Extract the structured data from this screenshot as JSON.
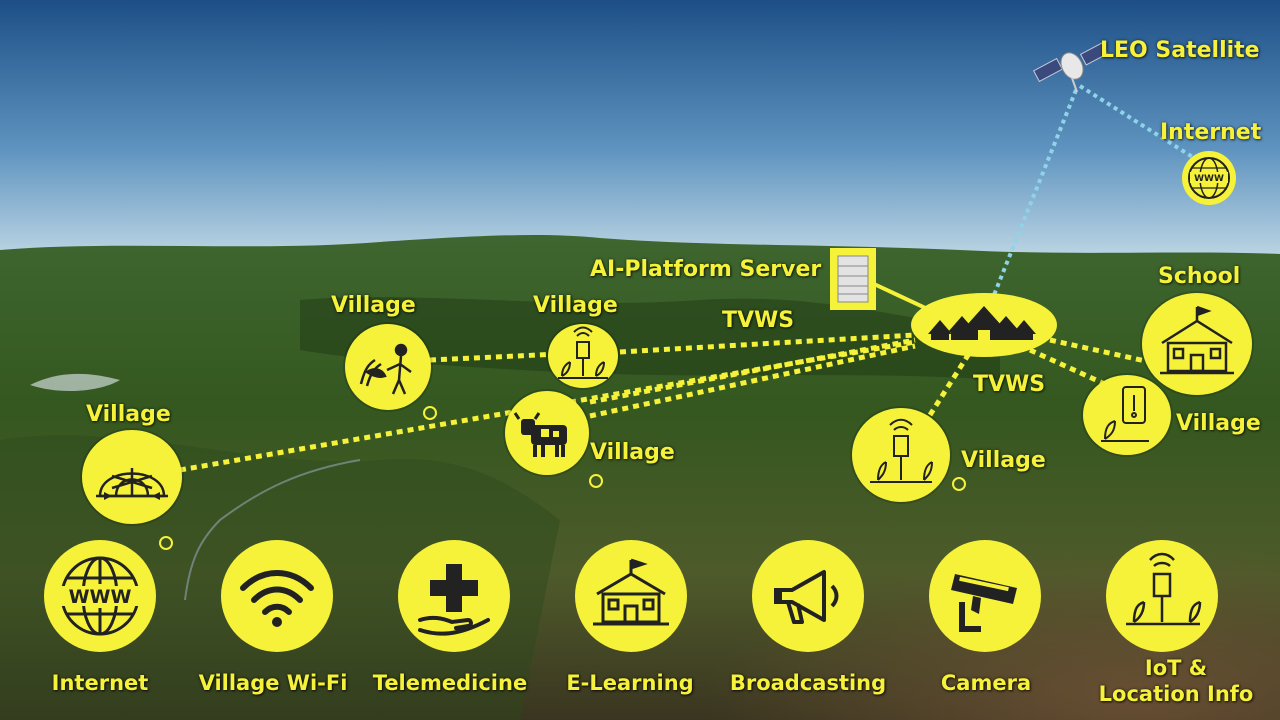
{
  "diagram": {
    "labels": {
      "leo_satellite": "LEO  Satellite",
      "internet_top": "Internet",
      "ai_platform_server": "AI-Platform  Server",
      "tvws_top": "TVWS",
      "tvws_right": "TVWS",
      "school": "School",
      "village_1": "Village",
      "village_2": "Village",
      "village_3": "Village",
      "village_4": "Village",
      "village_5": "Village",
      "village_6": "Village"
    },
    "services": [
      {
        "label": "Internet",
        "icon": "globe-www-icon"
      },
      {
        "label": "Village Wi-Fi",
        "icon": "wifi-icon"
      },
      {
        "label": "Telemedicine",
        "icon": "medical-cross-hand-icon"
      },
      {
        "label": "E-Learning",
        "icon": "school-building-icon"
      },
      {
        "label": "Broadcasting",
        "icon": "megaphone-icon"
      },
      {
        "label": "Camera",
        "icon": "cctv-camera-icon"
      },
      {
        "label": "IoT &\nLocation Info",
        "icon": "iot-sensor-icon"
      }
    ],
    "colors": {
      "accent": "#f6f23a",
      "satellite_link": "#8fd3e8",
      "sky_top": "#1d4f86",
      "sky_horizon": "#c7dde8",
      "terrain": "#3e6a2a"
    }
  }
}
